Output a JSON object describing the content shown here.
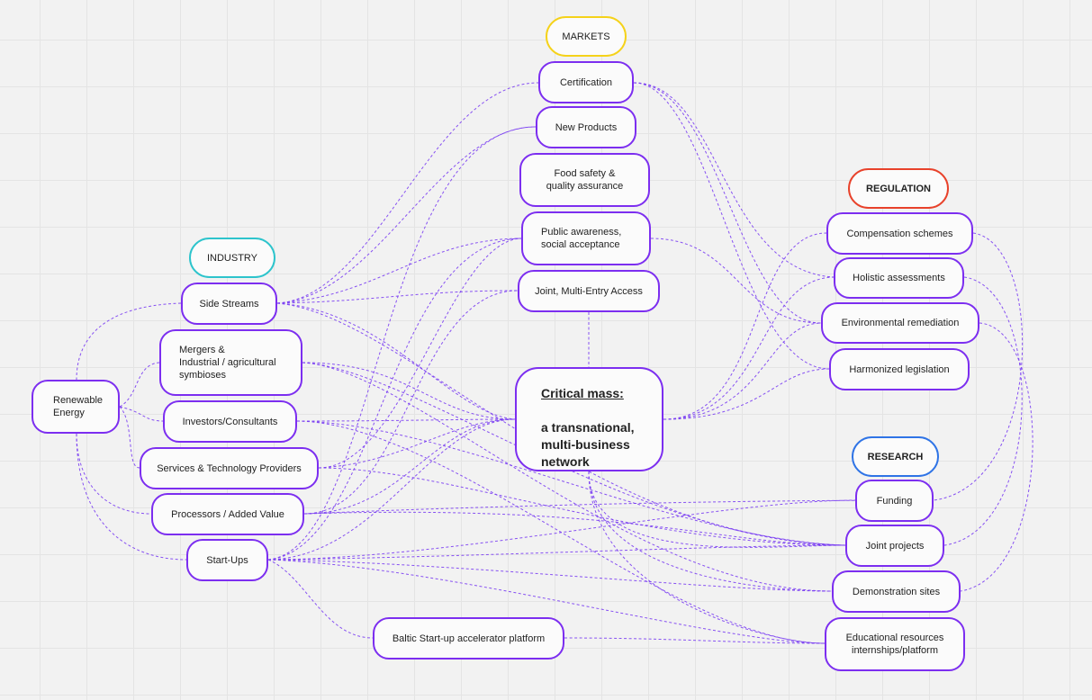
{
  "colors": {
    "connector": "#7b3ff2",
    "node_border": "#7c2ef0",
    "markets": "#f5d21a",
    "industry": "#2dc4cc",
    "regulation": "#e8422b",
    "research": "#2f74e6"
  },
  "categories": {
    "markets": "MARKETS",
    "industry": "INDUSTRY",
    "regulation": "REGULATION",
    "research": "RESEARCH"
  },
  "center": {
    "title": "Critical mass: ",
    "subtitle": "a transnational,\nmulti-business\nnetwork"
  },
  "markets": {
    "certification": "Certification",
    "new_products": "New Products",
    "food_safety": "Food safety &\nquality assurance",
    "public_awareness": "Public awareness,\nsocial acceptance",
    "joint_access": "Joint, Multi-Entry Access"
  },
  "industry": {
    "renewable_energy": "Renewable\nEnergy",
    "side_streams": "Side Streams",
    "mergers": "Mergers &\nIndustrial / agricultural\nsymbioses",
    "investors": "Investors/Consultants",
    "services": "Services & Technology Providers",
    "processors": "Processors / Added Value",
    "startups": "Start-Ups",
    "baltic": "Baltic Start-up accelerator platform"
  },
  "regulation": {
    "compensation": "Compensation schemes",
    "holistic": "Holistic assessments",
    "environmental": "Environmental remediation",
    "harmonized": "Harmonized legislation"
  },
  "research": {
    "funding": "Funding",
    "joint_projects": "Joint projects",
    "demonstration": "Demonstration sites",
    "educational": "Educational resources\ninternships/platform"
  }
}
